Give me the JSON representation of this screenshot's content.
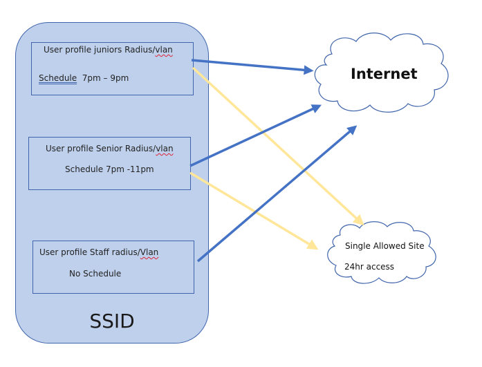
{
  "diagram": {
    "container": {
      "label": "SSID",
      "fill": "#bfd0ec",
      "stroke": "#3f64ab"
    },
    "profiles": [
      {
        "title_prefix": "User profile juniors Radius/",
        "title_suffix": "vlan",
        "schedule_prefix": "Schedule",
        "schedule_suffix": "  7pm – 9pm"
      },
      {
        "title_prefix": "User profile Senior Radius/",
        "title_suffix": "vlan",
        "schedule": "Schedule 7pm -11pm"
      },
      {
        "title_prefix": "User profile Staff radius/",
        "title_suffix": "Vlan",
        "schedule": "No Schedule"
      }
    ],
    "destinations": {
      "internet": {
        "label": "Internet"
      },
      "allowed_site": {
        "line1": "Single Allowed Site",
        "line2": "24hr access"
      }
    },
    "connections": [
      {
        "from": "juniors",
        "to": "internet",
        "color": "#4472c4"
      },
      {
        "from": "juniors",
        "to": "allowed_site",
        "color": "#ffe699"
      },
      {
        "from": "senior",
        "to": "internet",
        "color": "#4472c4"
      },
      {
        "from": "senior",
        "to": "allowed_site",
        "color": "#ffe699"
      },
      {
        "from": "staff",
        "to": "internet",
        "color": "#4472c4"
      }
    ]
  }
}
